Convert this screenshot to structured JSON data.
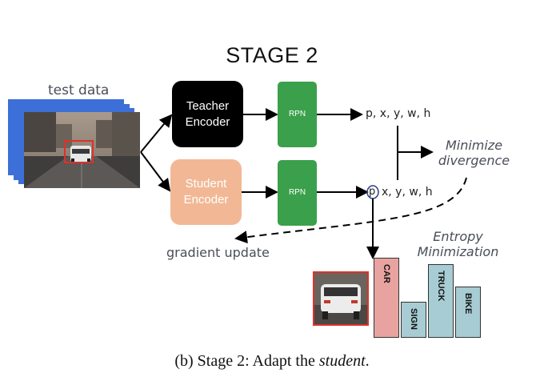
{
  "title": "STAGE 2",
  "test_data_label": "test data",
  "teacher": {
    "line1": "Teacher",
    "line2": "Encoder"
  },
  "student": {
    "line1": "Student",
    "line2": "Encoder"
  },
  "rpn_label": "RPN",
  "teacher_output": "p, x, y, w, h",
  "student_output_p": "p",
  "student_output_rest": "x, y, w, h",
  "minimize_divergence": {
    "line1": "Minimize",
    "line2": "divergence"
  },
  "gradient_update": "gradient update",
  "entropy_minimization": {
    "line1": "Entropy",
    "line2": "Minimization"
  },
  "histogram": {
    "bars": [
      {
        "label": "CAR",
        "value": 1.0,
        "color": "#e8a3a0"
      },
      {
        "label": "SIGN",
        "value": 0.45,
        "color": "#a8ccd3"
      },
      {
        "label": "TRUCK",
        "value": 0.92,
        "color": "#a8ccd3"
      },
      {
        "label": "BIKE",
        "value": 0.64,
        "color": "#a8ccd3"
      }
    ]
  },
  "colors": {
    "stack_blue": "#3d6fd8",
    "teacher_box": "#000000",
    "student_box": "#f2b896",
    "rpn_green": "#3aa04b",
    "detection_red": "#e0302a",
    "car_bar": "#e8a3a0",
    "other_bar": "#a8ccd3"
  },
  "caption": {
    "prefix": "(b) Stage 2: Adapt the ",
    "emph": "student",
    "suffix": "."
  }
}
